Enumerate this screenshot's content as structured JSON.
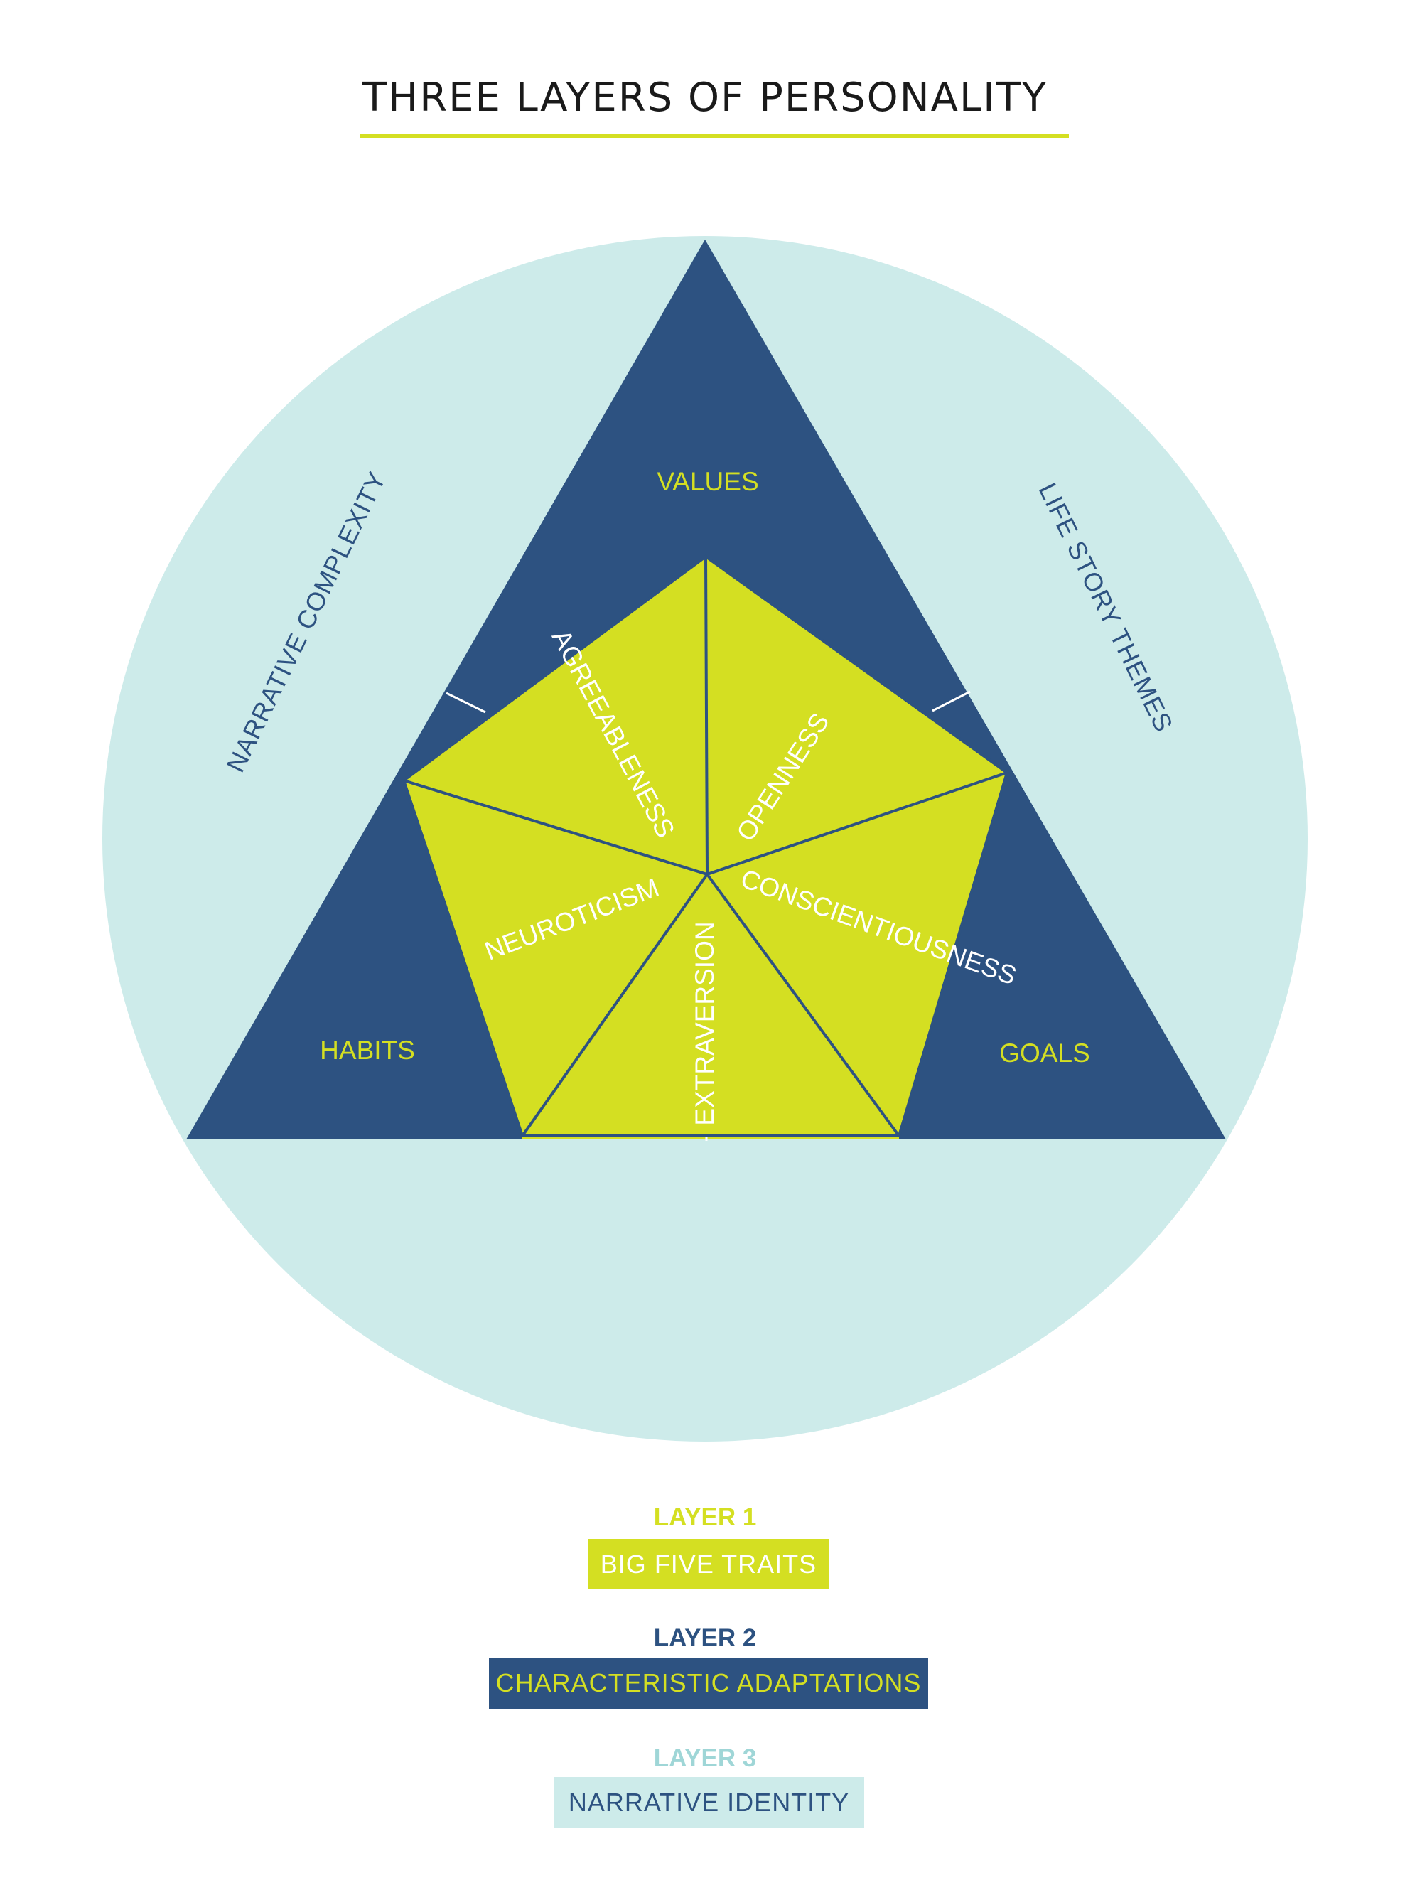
{
  "title": "THREE LAYERS OF PERSONALITY",
  "colors": {
    "lime": "#d4df22",
    "navy": "#2d5281",
    "light_teal": "#cdebea",
    "white": "#ffffff"
  },
  "layer3_labels": {
    "left": "NARRATIVE COMPLEXITY",
    "right": "LIFE STORY THEMES"
  },
  "layer2_labels": {
    "top": "VALUES",
    "left": "HABITS",
    "right": "GOALS"
  },
  "layer1_labels": {
    "agreeableness": "AGREEABLENESS",
    "openness": "OPENNESS",
    "neuroticism": "NEUROTICISM",
    "conscientiousness": "CONSCIENTIOUSNESS",
    "extraversion": "EXTRAVERSION"
  },
  "legend": [
    {
      "heading": "LAYER 1",
      "label": "BIG FIVE TRAITS"
    },
    {
      "heading": "LAYER 2",
      "label": "CHARACTERISTIC ADAPTATIONS"
    },
    {
      "heading": "LAYER 3",
      "label": "NARRATIVE IDENTITY"
    }
  ]
}
